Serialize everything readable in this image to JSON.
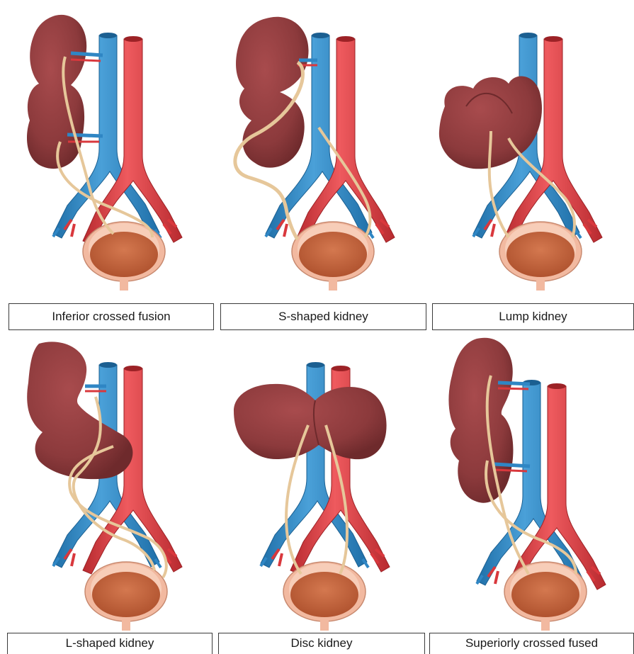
{
  "figure": {
    "panels": [
      {
        "id": "inferior-crossed-fusion",
        "label": "Inferior crossed fusion"
      },
      {
        "id": "s-shaped-kidney",
        "label": "S-shaped kidney"
      },
      {
        "id": "lump-kidney",
        "label": "Lump kidney"
      },
      {
        "id": "l-shaped-kidney",
        "label": "L-shaped kidney"
      },
      {
        "id": "disc-kidney",
        "label": "Disc kidney"
      },
      {
        "id": "superiorly-crossed-fused",
        "label": "Superiorly crossed fused"
      }
    ]
  },
  "colors": {
    "kidney": "#8c3a3c",
    "kidney_dark": "#6e2a2c",
    "vein": "#2f86c4",
    "artery": "#d9383d",
    "ureter": "#e6c79a",
    "bladder_wall": "#f2b9a0",
    "bladder_inner": "#c0603c"
  }
}
